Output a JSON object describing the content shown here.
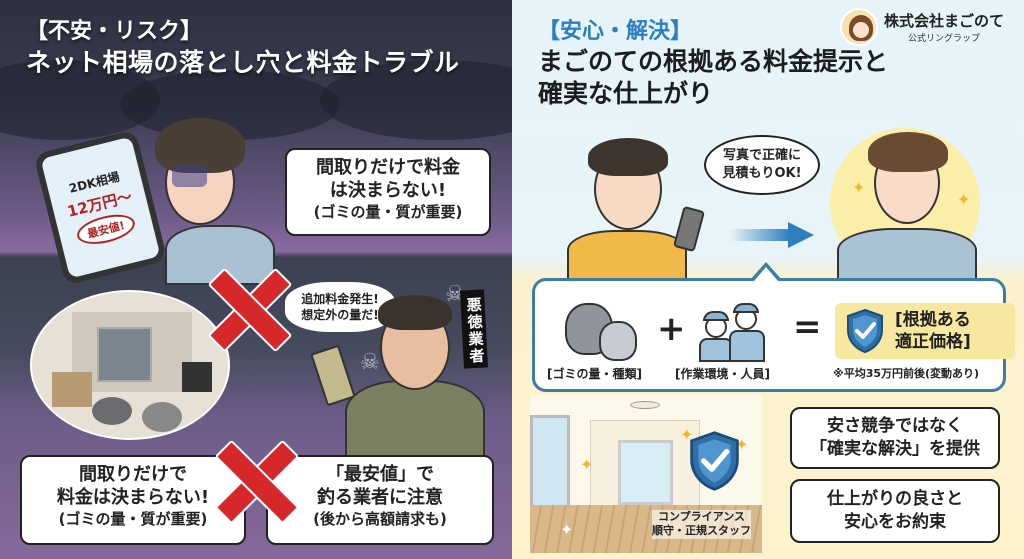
{
  "left": {
    "title_line1": "【不安・リスク】",
    "title_line2": "ネット相場の落とし穴と料金トラブル",
    "phone": {
      "line1": "2DK相場",
      "line2": "12万円〜",
      "badge": "最安値!"
    },
    "bubble_top": {
      "line1": "間取りだけで料金",
      "line2": "は決まらない!",
      "line3": "(ゴミの量・質が重要)"
    },
    "villain_speech": {
      "line1": "追加料金発生!",
      "line2": "想定外の量だ!"
    },
    "villain_tag": "悪徳業者",
    "box_bottom_left": {
      "line1": "間取りだけで",
      "line2": "料金は決まらない!",
      "line3": "(ゴミの量・質が重要)"
    },
    "box_bottom_right": {
      "line1": "「最安値」で",
      "line2": "釣る業者に注意",
      "line3": "(後から高額請求も)"
    },
    "colors": {
      "x_mark": "#d6282a",
      "bg_dark": "#3c4152",
      "bg_purple": "#86699c"
    }
  },
  "right": {
    "title_line1": "【安心・解決】",
    "title_line2": "まごのての根拠ある料金提示と",
    "title_line3": "確実な仕上がり",
    "logo": {
      "name": "株式会社まごのて",
      "sub": "公式リングラップ"
    },
    "speech": {
      "line1": "写真で正確に",
      "line2": "見積もりOK!"
    },
    "formula": {
      "item1_label": "[ゴミの量・種類]",
      "plus": "+",
      "item2_label": "[作業環境・人員]",
      "equals": "=",
      "result_line1": "[根拠ある",
      "result_line2": "適正価格]",
      "note": "※平均35万円前後(変動あり)"
    },
    "compliance": {
      "line1": "コンプライアンス",
      "line2": "順守・正規スタッフ"
    },
    "box1": {
      "line1": "安さ競争ではなく",
      "line2": "「確実な解決」を提供"
    },
    "box2": {
      "line1": "仕上がりの良さと",
      "line2": "安心をお約束"
    },
    "colors": {
      "accent_blue": "#2d7fbf",
      "box_border": "#3b7da6",
      "price_bg": "#f8e79e"
    }
  }
}
